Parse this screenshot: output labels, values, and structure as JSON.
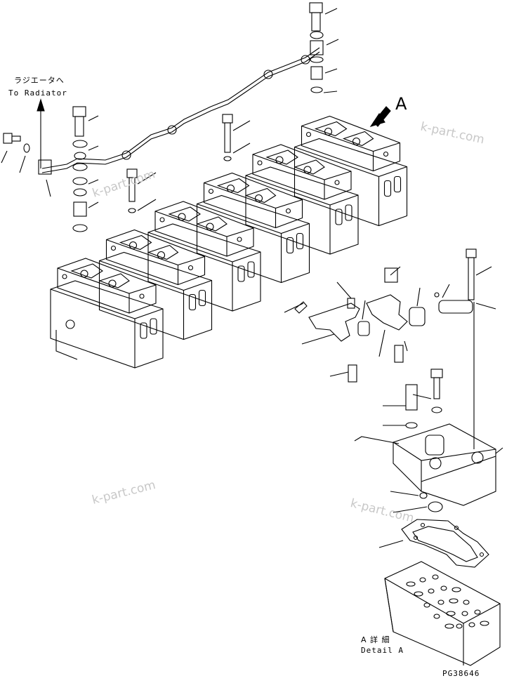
{
  "labels": {
    "radiator_jp": "ラジエータへ",
    "radiator_en": "To Radiator",
    "view_letter": "A",
    "detail_jp": "A 詳 細",
    "detail_en": "Detail A",
    "figure_code": "PG38646"
  },
  "watermarks": [
    "k-part.com",
    "k-part.com",
    "k-part.com",
    "k-part.com"
  ],
  "colors": {
    "line": "#000000",
    "watermark": "#c8c8c8",
    "background": "#ffffff"
  }
}
